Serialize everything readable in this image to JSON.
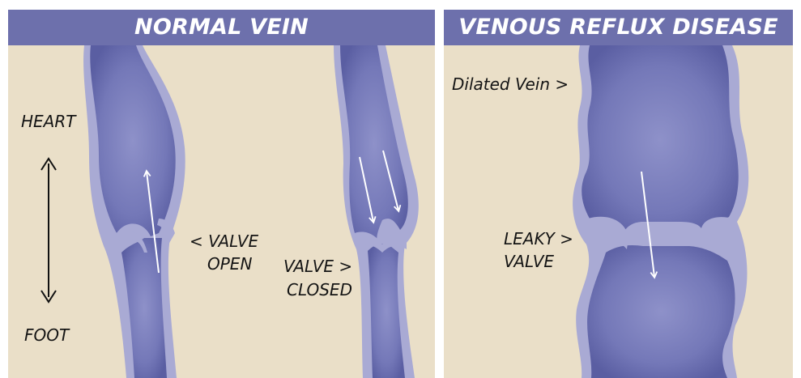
{
  "panels": {
    "normal": {
      "title": "NORMAL VEIN",
      "labels": {
        "heart": "HEART",
        "foot": "FOOT",
        "valve_open_1": "< VALVE",
        "valve_open_2": "OPEN",
        "valve_closed_1": "VALVE >",
        "valve_closed_2": "CLOSED"
      }
    },
    "reflux": {
      "title": "VENOUS REFLUX DISEASE",
      "labels": {
        "dilated": "Dilated Vein >",
        "leaky_1": "LEAKY >",
        "leaky_2": "VALVE"
      }
    }
  },
  "colors": {
    "background": "#eadfc8",
    "header": "#6d70ac",
    "vein_wall": "#a9aad4",
    "vein_inner": "#6f73b4",
    "arrow": "#ffffff"
  }
}
